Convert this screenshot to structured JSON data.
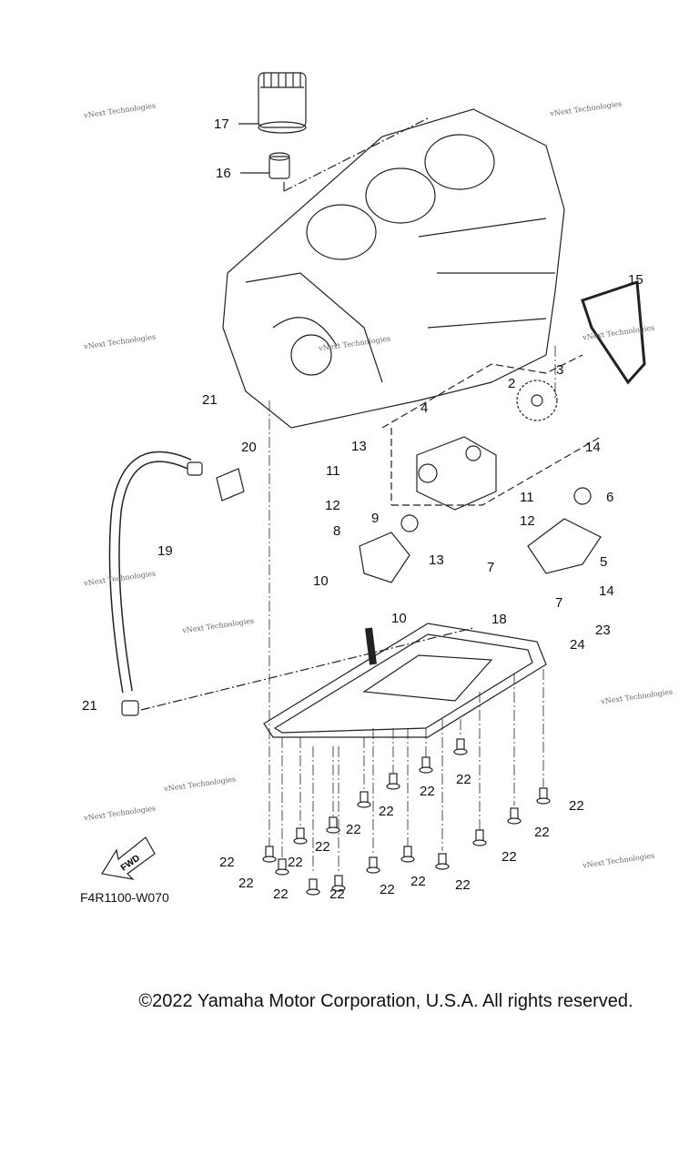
{
  "diagram": {
    "drawing_code": "F4R1100-W070",
    "fwd_label": "FWD",
    "copyright": "©2022 Yamaha Motor Corporation, U.S.A. All rights reserved.",
    "watermark": "vNext Technologies",
    "callouts": [
      "17",
      "16",
      "15",
      "2",
      "3",
      "4",
      "13",
      "21",
      "20",
      "11",
      "14",
      "6",
      "12",
      "11",
      "12",
      "9",
      "19",
      "8",
      "13",
      "5",
      "7",
      "10",
      "14",
      "7",
      "10",
      "18",
      "23",
      "24",
      "21",
      "22",
      "22",
      "22",
      "22",
      "22",
      "22",
      "22",
      "22",
      "22",
      "22",
      "22",
      "22",
      "22",
      "22",
      "22",
      "22"
    ]
  }
}
